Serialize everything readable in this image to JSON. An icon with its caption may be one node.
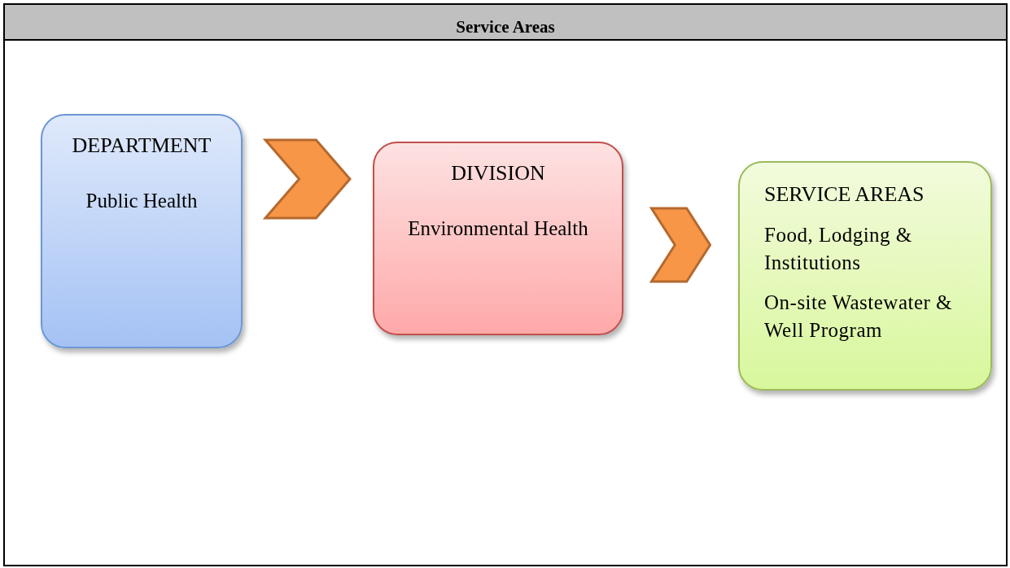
{
  "diagram": {
    "title": "Service Areas",
    "nodes": [
      {
        "text": [
          "DEPARTMENT",
          "Public Health"
        ]
      },
      {
        "text": [
          "DIVISION",
          "Environmental Health"
        ]
      },
      {
        "text": [
          "SERVICE AREAS",
          "Food, Lodging & Institutions",
          "On-site Wastewater & Well Program"
        ]
      }
    ],
    "edges": [
      {
        "from": 0,
        "to": 1,
        "arrow": "to"
      },
      {
        "from": 1,
        "to": 2,
        "arrow": "to"
      }
    ]
  }
}
